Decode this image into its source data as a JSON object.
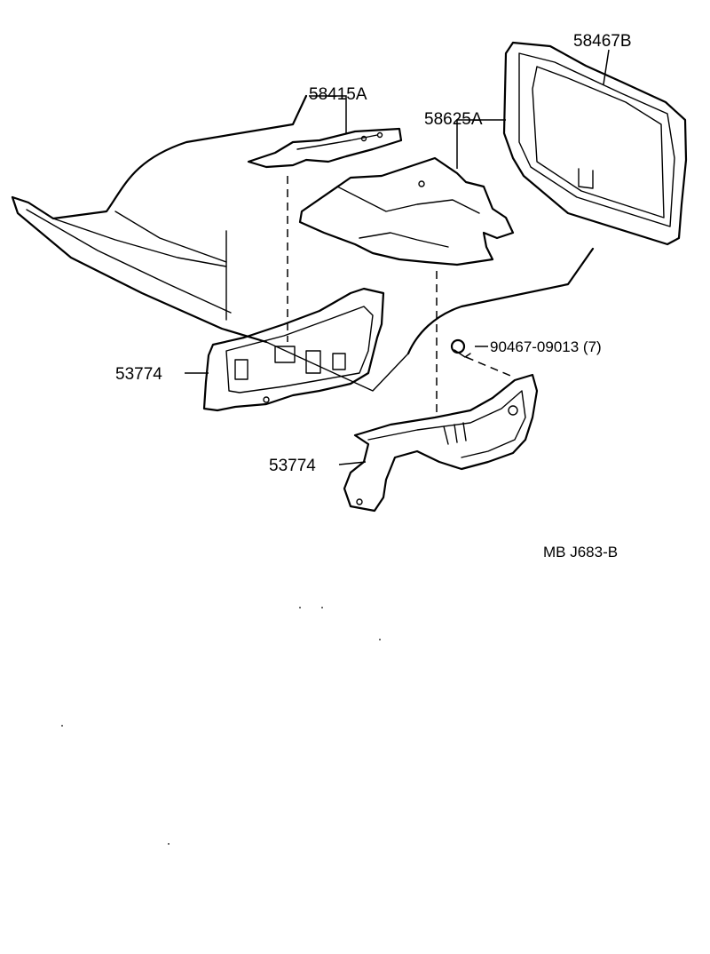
{
  "labels": {
    "part_58467b": "58467B",
    "part_58415a": "58415A",
    "part_58625a": "58625A",
    "part_90467": "90467-09013 (7)",
    "part_53774_left": "53774",
    "part_53774_right": "53774"
  },
  "figure_ref": "MB  J683-B"
}
